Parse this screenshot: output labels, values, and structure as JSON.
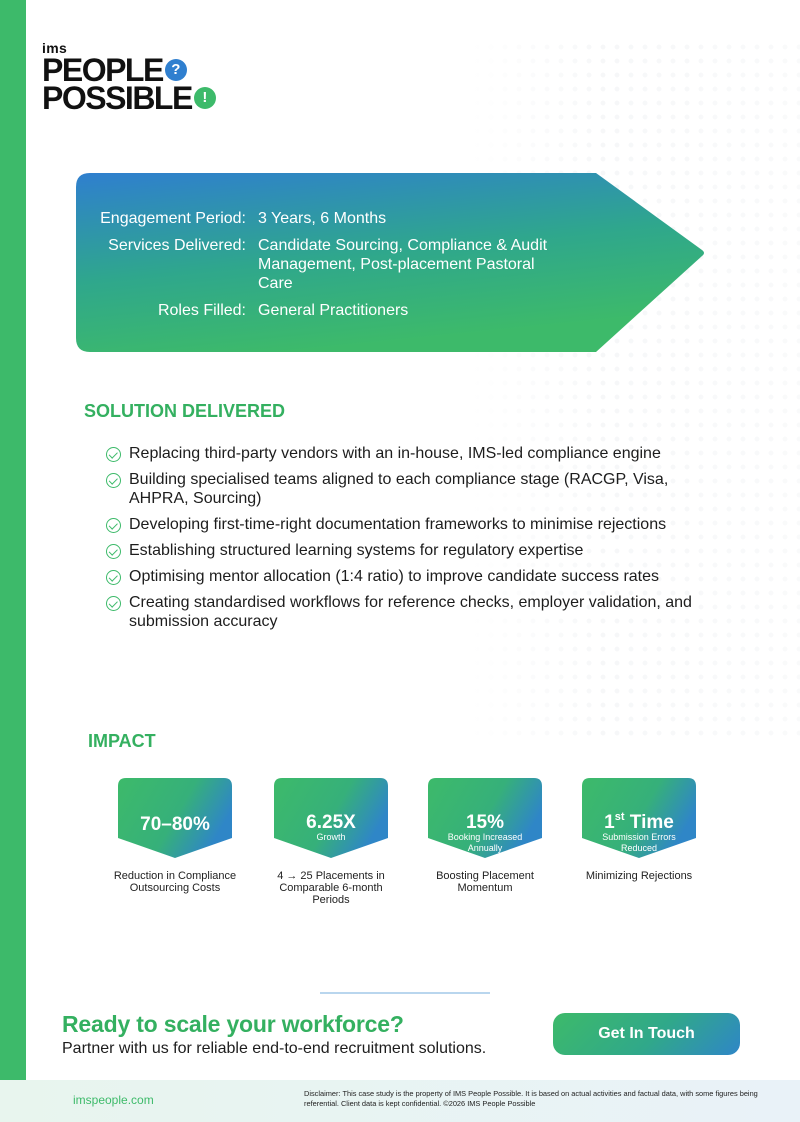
{
  "brand": {
    "top": "ims",
    "line1": "PEOPLE",
    "line2": "POSSIBLE",
    "q_mark": "?",
    "ex_mark": "!"
  },
  "engagement": {
    "rows": [
      {
        "label": "Engagement Period:",
        "value": "3 Years, 6 Months"
      },
      {
        "label": "Services Delivered:",
        "value": "Candidate Sourcing, Compliance & Audit Management, Post-placement Pastoral Care"
      },
      {
        "label": "Roles Filled:",
        "value": "General Practitioners"
      }
    ]
  },
  "solution": {
    "heading": "SOLUTION DELIVERED",
    "items": [
      "Replacing third-party vendors with an in-house, IMS-led compliance engine",
      "Building specialised teams aligned to each compliance stage (RACGP, Visa, AHPRA, Sourcing)",
      "Developing first-time-right documentation frameworks to minimise rejections",
      "Establishing structured learning systems for regulatory expertise",
      "Optimising mentor allocation (1:4 ratio) to improve candidate success rates",
      "Creating standardised workflows for reference checks, employer validation, and submission accuracy"
    ]
  },
  "impact": {
    "heading": "IMPACT",
    "items": [
      {
        "value": "70–80%",
        "sub": "",
        "caption": "Reduction in Compliance Outsourcing Costs"
      },
      {
        "value": "6.25X",
        "sub": "Growth",
        "caption": "4 → 25 Placements in Comparable 6-month Periods"
      },
      {
        "value": "15%",
        "sub": "Booking Increased Annually",
        "caption": "Boosting Placement Momentum"
      },
      {
        "value_main": "1",
        "value_sup": "st",
        "value_rest": " Time",
        "sub": "Submission Errors Reduced",
        "caption": "Minimizing Rejections"
      }
    ]
  },
  "cta": {
    "title": "Ready to scale your workforce?",
    "subtitle": "Partner with us for reliable end-to-end recruitment solutions.",
    "button": "Get In Touch"
  },
  "footer": {
    "site": "imspeople.com",
    "disclaimer": "Disclaimer: This case study is the property of IMS People Possible. It is based on actual activities and factual data, with some figures being referential. Client data is kept confidential. ©2026 IMS People Possible"
  },
  "colors": {
    "green": "#3dba6a",
    "blue": "#2f7fcf",
    "heading_green": "#34b060"
  }
}
